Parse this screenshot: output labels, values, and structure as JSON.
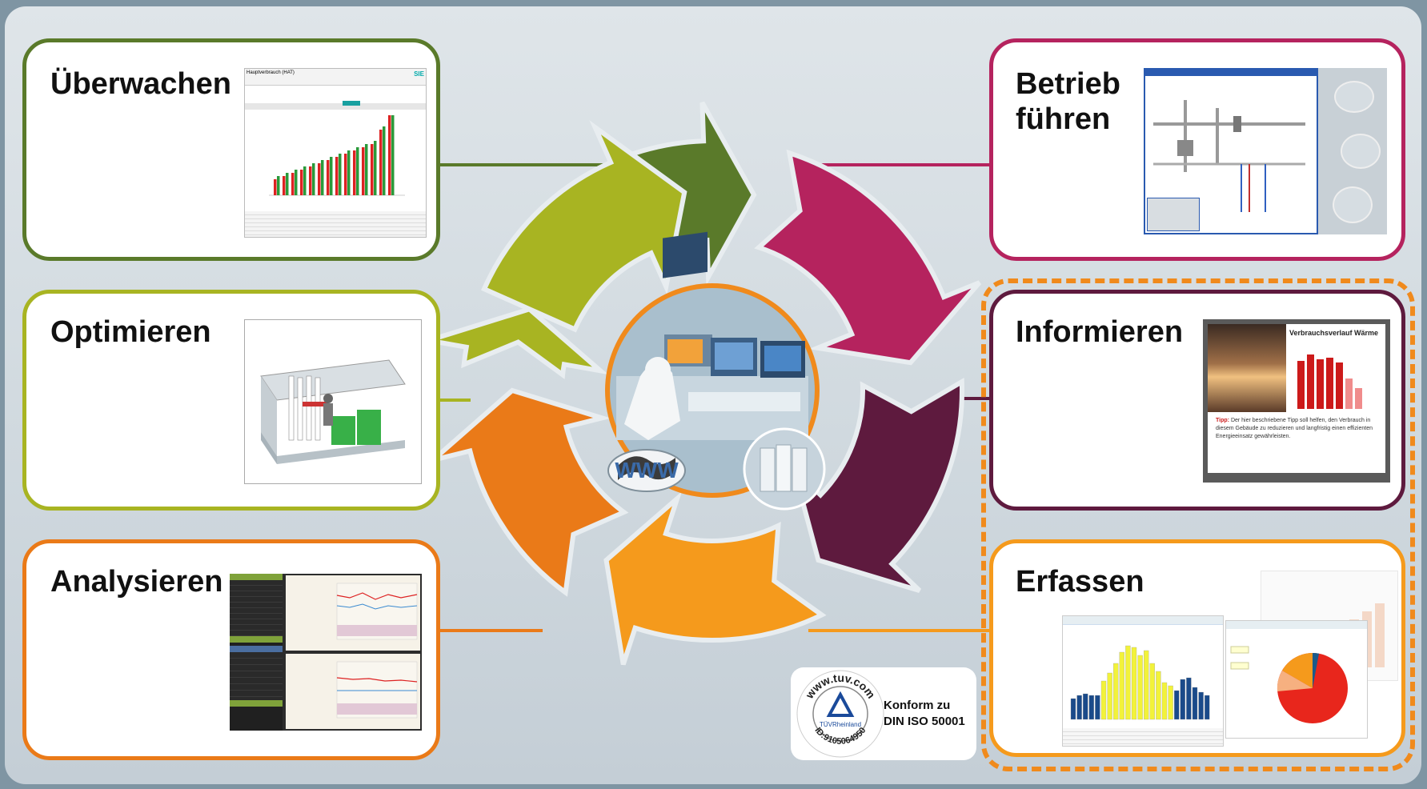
{
  "cards": {
    "ueberwachen": {
      "label": "Überwachen",
      "color": "#5a7a2a"
    },
    "optimieren": {
      "label": "Optimieren",
      "color": "#a8b422"
    },
    "analysieren": {
      "label": "Analysieren",
      "color": "#ea7a18"
    },
    "betrieb": {
      "label_line1": "Betrieb",
      "label_line2": "führen",
      "color": "#b5235e"
    },
    "informieren": {
      "label": "Informieren",
      "color": "#5e1a3e"
    },
    "erfassen": {
      "label": "Erfassen",
      "color": "#f59a1c"
    }
  },
  "center": {
    "www_label": "WWW"
  },
  "certificate": {
    "url_text": "www.tuv.com",
    "brand": "TÜVRheinland",
    "id_text": "ID:9105064950",
    "line1": "Konform zu",
    "line2": "DIN ISO 50001"
  },
  "screens": {
    "ueberwachen_title": "Hauptverbrauch (HAT)",
    "ueberwachen_logo": "SIE",
    "informieren_title": "Verbrauchsverlauf Wärme",
    "informieren_tip_label": "Tipp:",
    "informieren_tip": "Der hier beschriebene Tipp soll helfen, den Verbrauch in diesem Gebäude zu reduzieren und langfristig einen effizienten Energieeinsatz gewährleisten."
  }
}
